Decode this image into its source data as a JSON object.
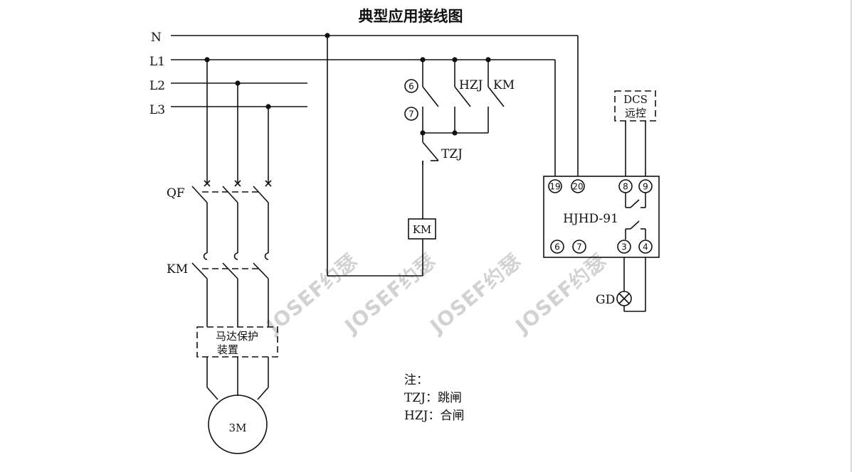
{
  "title": "典型应用接线图",
  "lines": {
    "n": "N",
    "l1": "L1",
    "l2": "L2",
    "l3": "L3"
  },
  "breaker_label": "QF",
  "contactor_label": "KM",
  "protector_box": {
    "line1": "马达保护",
    "line2": "装置"
  },
  "motor_label": "3M",
  "control": {
    "terminal_6": "6",
    "terminal_7": "7",
    "hzj": "HZJ",
    "km": "KM",
    "tzj": "TZJ",
    "coil": "KM"
  },
  "dcs_box": {
    "line1": "DCS",
    "line2": "远控"
  },
  "device": {
    "model": "HJHD-91",
    "terminals": [
      "19",
      "20",
      "8",
      "9",
      "6",
      "7",
      "3",
      "4"
    ]
  },
  "lamp_label": "GD",
  "notes": {
    "heading": "注：",
    "line1": "TZJ：跳闸",
    "line2": "HZJ：合闸"
  },
  "watermark": "JOSEF约瑟"
}
